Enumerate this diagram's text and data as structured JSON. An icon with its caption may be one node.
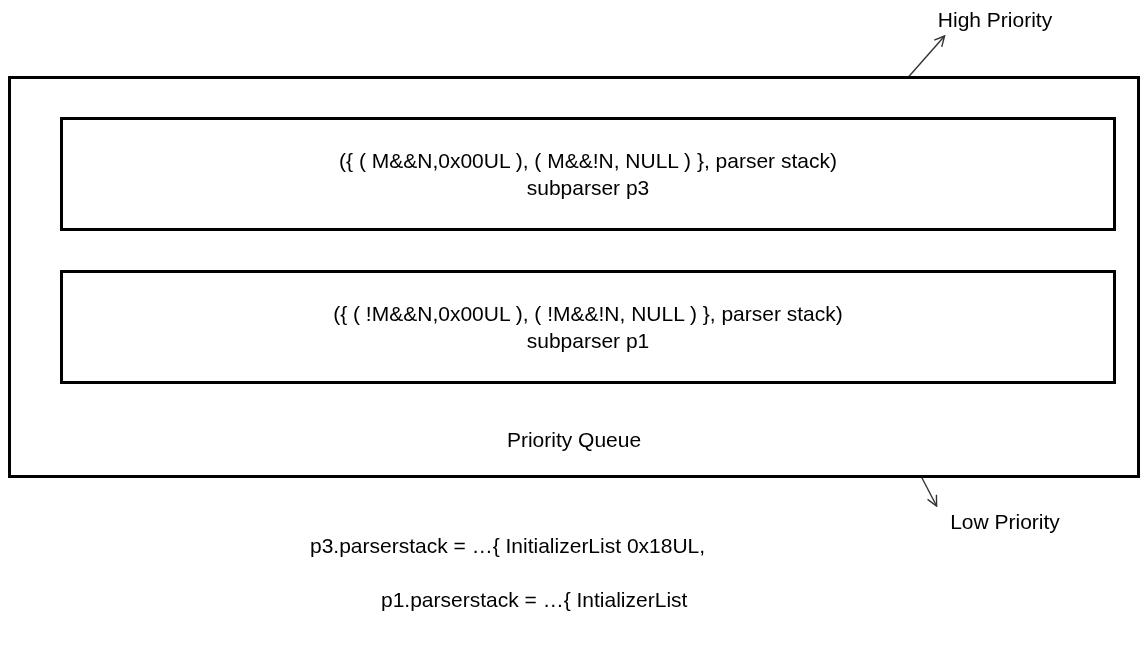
{
  "diagram": {
    "nodes": [
      {
        "text": [
          "Priority Queue"
        ]
      },
      {
        "text": [
          "({ ( M&&N,0x00UL ), ( M&&!N, NULL ) }, parser stack)",
          "subparser p3"
        ],
        "in": 0
      },
      {
        "text": [
          "({ ( !M&&N,0x00UL ), ( !M&&!N, NULL ) }, parser stack)",
          "subparser p1"
        ],
        "in": 0
      },
      {
        "text": [
          "High Priority"
        ]
      },
      {
        "text": [
          "Low Priority"
        ]
      }
    ],
    "edges": [
      {
        "from": 1,
        "to": 3,
        "arrow": "to"
      },
      {
        "from": 2,
        "to": 4,
        "arrow": "to"
      }
    ],
    "labels": [
      "p3.parserstack = …{ InitializerList 0x18UL,",
      "p1.parserstack = …{ IntializerList"
    ]
  }
}
